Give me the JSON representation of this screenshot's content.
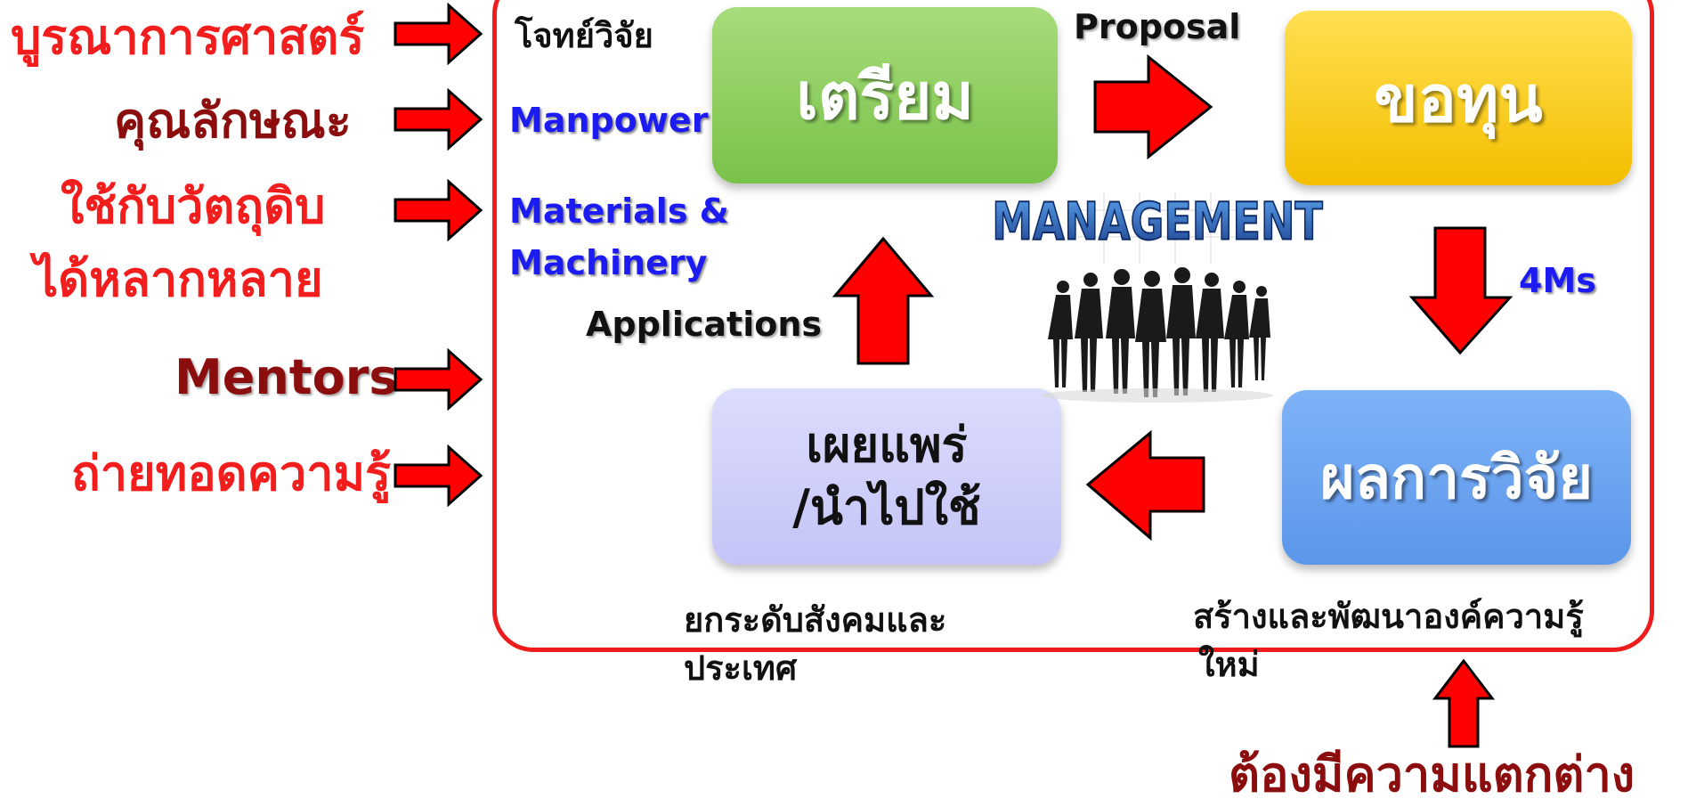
{
  "left_labels": [
    {
      "text": "บูรณาการศาสตร์"
    },
    {
      "text": "คุณลักษณะ"
    },
    {
      "text": "ใช้กับวัตถุดิบ"
    },
    {
      "text": "ได้หลากหลาย"
    },
    {
      "text": "Mentors"
    },
    {
      "text": "ถ่ายทอดความรู้"
    }
  ],
  "inner_labels": {
    "research_problem": "โจทย์วิจัย",
    "manpower": "Manpower",
    "materials_1": "Materials &",
    "materials_2": "Machinery",
    "applications": "Applications",
    "proposal": "Proposal",
    "four_ms": "4Ms"
  },
  "boxes": {
    "prepare": "เตรียม",
    "funding": "ขอทุน",
    "results": "ผลการวิจัย",
    "disseminate_1": "เผยแพร่",
    "disseminate_2": "/นำไปใช้"
  },
  "bottom_labels": {
    "society_1": "ยกระดับสังคมและ",
    "society_2": "ประเทศ",
    "knowledge_1": "สร้างและพัฒนาองค์ความรู้",
    "knowledge_2": "ใหม่",
    "different": "ต้องมีความแตกต่าง"
  },
  "management_image": {
    "caption": "MANAGEMENT"
  },
  "colors": {
    "frame": "#ee1c1c",
    "arrow_fill": "#ff0000",
    "label_red": "#f21d1d",
    "label_dark_red": "#8b0d0d",
    "label_blue": "#1c1cf2"
  }
}
